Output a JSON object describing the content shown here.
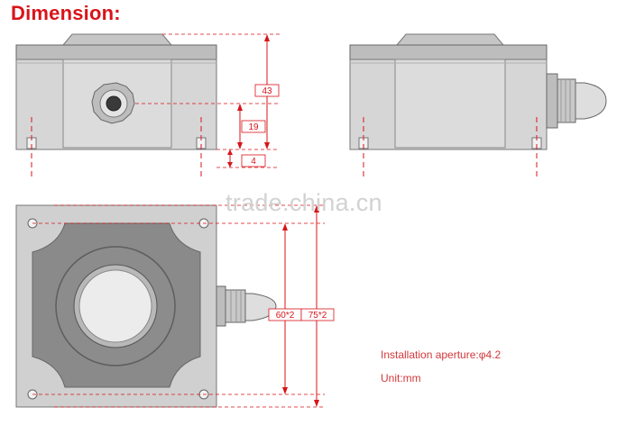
{
  "title": "Dimension:",
  "watermark": "trade.china.cn",
  "dimensions": {
    "height": "43",
    "gland_center_height": "19",
    "base_height": "4",
    "hole_spacing_small": "60*2",
    "hole_spacing_large": "75*2"
  },
  "notes": {
    "aperture": "Installation aperture:φ4.2",
    "unit": "Unit:mm"
  },
  "colors": {
    "body": "#d4d4d4",
    "outline": "#777777",
    "dimension": "#d8141a",
    "title": "#d8141a"
  }
}
